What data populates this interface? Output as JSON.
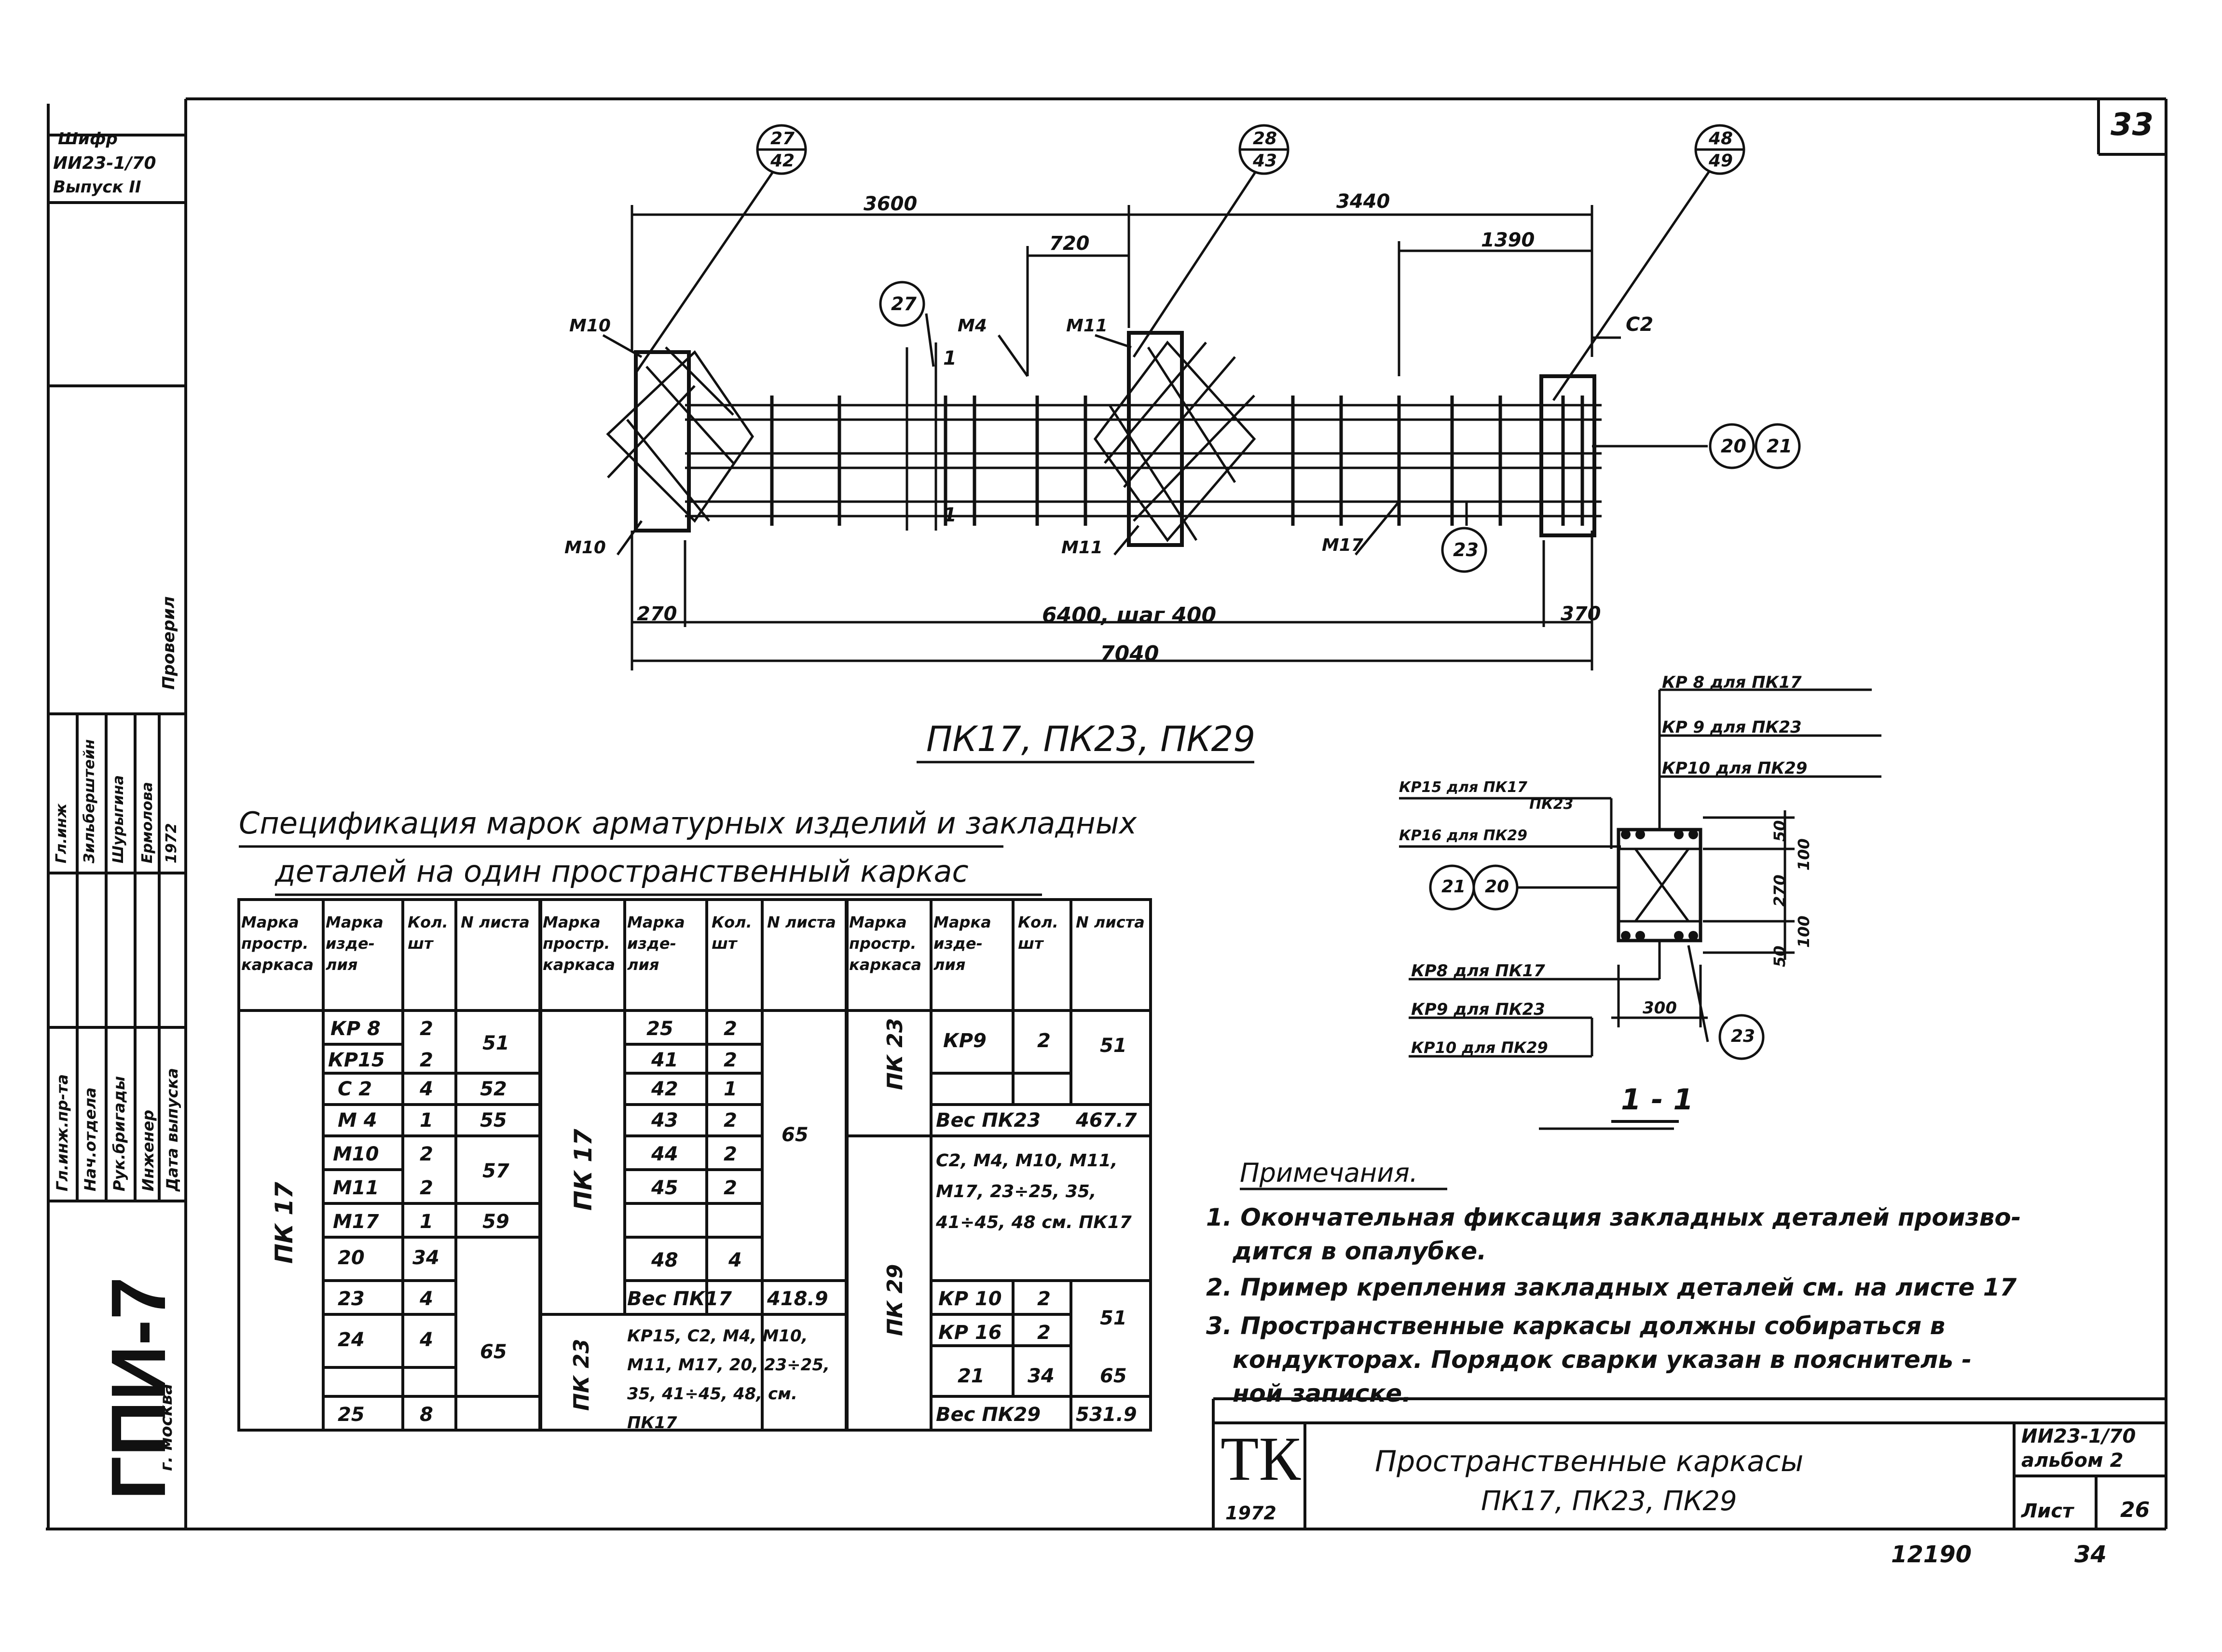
{
  "sheet_number": "33",
  "bottom_number_left": "12190",
  "bottom_number_right": "34",
  "side_stamp": {
    "org": "ГПИ-7",
    "city": "г. москва",
    "shifr_label": "Шифр",
    "shifr_code": "ИИ23-1/70",
    "issue": "Выпуск II",
    "checked": "Проверил",
    "roles": [
      "Гл.инж.пр-та",
      "Нач.отдела",
      "Рук.бригады",
      "Инженер",
      "Дата выпуска"
    ],
    "names": [
      "Гл.инж",
      "Зильберштейн",
      "Шурыгина",
      "Ермолова",
      "1972"
    ]
  },
  "drawing": {
    "dims": {
      "d3600": "3600",
      "d3440": "3440",
      "d720": "720",
      "d1390": "1390",
      "d270": "270",
      "d6400": "6400, шаг 400",
      "d370": "370",
      "d7040": "7040"
    },
    "callouts": {
      "c27_42_top": "27",
      "c27_42_bot": "42",
      "c28_43_top": "28",
      "c28_43_bot": "43",
      "c48_49_top": "48",
      "c48_49_bot": "49",
      "c27": "27",
      "c20": "20",
      "c21": "21",
      "c23": "23"
    },
    "labels": {
      "m10a": "М10",
      "m10b": "М10",
      "m4": "М4",
      "m11a": "М11",
      "m11b": "М11",
      "m17": "М17",
      "c2": "С2",
      "sec1a": "1",
      "sec1b": "1"
    },
    "title": "ПК17, ПК23, ПК29"
  },
  "section": {
    "title": "1 - 1",
    "labels": {
      "kp8_top": "КР 8 для ПК17",
      "kp9_top": "КР 9 для ПК23",
      "kp10_top": "КР10 для ПК29",
      "kp15": "КР15 для ПК17",
      "pk23": "ПК23",
      "kp16": "КР16 для ПК29",
      "kp8_bot": "КР8 для ПК17",
      "kp9_bot": "КР9 для ПК23",
      "kp10_bot": "КР10 для ПК29"
    },
    "dims": {
      "d50a": "50",
      "d100a": "100",
      "d270": "270",
      "d100b": "100",
      "d50b": "50",
      "d300": "300"
    },
    "callouts": {
      "c21": "21",
      "c20": "20",
      "c23": "23"
    }
  },
  "spec": {
    "title_line1": "Спецификация марок арматурных изделий и закладных",
    "title_line2": "деталей на один пространственный каркас",
    "headers": [
      "Марка простр. каркаса",
      "Марка изде-лия",
      "Кол. шт",
      "N листа"
    ],
    "g1_frame": "ПК 17",
    "g1_rows": [
      [
        "КР 8",
        "2"
      ],
      [
        "КР15",
        "2"
      ],
      [
        "С 2",
        "4"
      ],
      [
        "М 4",
        "1"
      ],
      [
        "М10",
        "2"
      ],
      [
        "М11",
        "2"
      ],
      [
        "М17",
        "1"
      ],
      [
        "20",
        "34"
      ],
      [
        "23",
        "4"
      ],
      [
        "24",
        "4"
      ],
      [
        "25",
        "8"
      ]
    ],
    "g1_sheets": [
      "51",
      "52",
      "55",
      "57",
      "59",
      "65"
    ],
    "g2_frame_a": "ПК 17",
    "g2_rows": [
      [
        "25",
        "2"
      ],
      [
        "41",
        "2"
      ],
      [
        "42",
        "1"
      ],
      [
        "43",
        "2"
      ],
      [
        "44",
        "2"
      ],
      [
        "45",
        "2"
      ],
      [
        "48",
        "4"
      ]
    ],
    "g2_sheet": "65",
    "g2_weight_label": "Вес ПК17",
    "g2_weight": "418.9",
    "g2_frame_b": "ПК 23",
    "g2_note": "КР15, С2, М4, М10, М11, М17, 20, 23÷25, 35, 41÷45, 48, см. ПК17",
    "g3_frame_a": "ПК 23",
    "g3_row_a": [
      "КР9",
      "2",
      "51"
    ],
    "g3_weight_a_label": "Вес ПК23",
    "g3_weight_a": "467.7",
    "g3_frame_b": "ПК 29",
    "g3_note": "С2, М4, М10, М11, М17, 23÷25, 35, 41÷45, 48 см. ПК17",
    "g3_rows_b": [
      [
        "КР 10",
        "2"
      ],
      [
        "КР 16",
        "2"
      ],
      [
        "21",
        "34"
      ]
    ],
    "g3_sheet_b1": "51",
    "g3_sheet_b2": "65",
    "g3_weight_b_label": "Вес ПК29",
    "g3_weight_b": "531.9"
  },
  "notes": {
    "title": "Примечания.",
    "items": [
      "1. Окончательная фиксация закладных деталей произво-",
      "дится в опалубке.",
      "2. Пример крепления закладных деталей см. на листе 17",
      "3. Пространственные каркасы должны собираться в",
      "кондукторах. Порядок сварки указан в пояснитель -",
      "ной записке."
    ]
  },
  "title_block": {
    "logo": "ТК",
    "year": "1972",
    "title1": "Пространственные каркасы",
    "title2": "ПК17, ПК23, ПК29",
    "code": "ИИ23-1/70",
    "album": "альбом 2",
    "sheet_label": "Лист",
    "sheet_value": "26"
  }
}
